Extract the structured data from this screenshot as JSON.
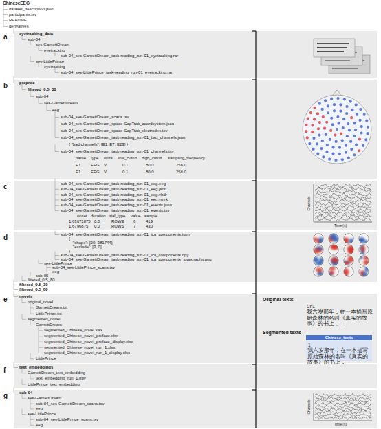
{
  "diagram": {
    "nodes": [
      {
        "text": [
          "a",
          "eyetracking_data",
          "sub-04",
          "ses-GarnettDream",
          "eyetracking",
          "sub-04_ses-GarnettDream_task-reading_run-01_eyetracking.rar",
          "ses-LittlePrince",
          "eyetracking",
          "sub-04_ses-LittlePrince_task-reading_run-01_eyetracking.rar"
        ]
      },
      {
        "text": [
          "b",
          "preproc",
          "filtered_0.5_30",
          "sub-04",
          "ses-GarnettDream",
          "eeg",
          "sub-04_ses-GarnettDream_scans.tsv",
          "sub-04_ses-GarnettDream_space-CapTrak_coordsystem.json",
          "sub-04_ses-GarnettDream_space-CapTrak_electrodes.tsv",
          "sub-04_ses-GarnettDream_task-reading_run-01_bad_channels.json",
          "{ \"bad channels\": [E1, E7, E23] }",
          "sub-04_ses-GarnettDream_task-reading_run-01_channels.tsv",
          "name",
          "type",
          "units",
          "low_cutoff",
          "high_cutoff",
          "sampling_frequency",
          "E1",
          "EEG",
          "V",
          "0.1",
          "80.0",
          "256.0",
          "E1",
          "EEG",
          "V",
          "0.1",
          "80.0",
          "256.0"
        ]
      },
      {
        "text": [
          "c",
          "sub-04_ses-GarnettDream_task-reading_run-01_eeg.eeg",
          "sub-04_ses-GarnettDream_task-reading_run-01_eeg.json",
          "sub-04_ses-GarnettDream_task-reading_run-01_eeg.vhdr",
          "sub-04_ses-GarnettDream_task-reading_run-01_eeg.vmrk",
          "sub-04_ses-GarnettDream_task-reading_run-01_events.json",
          "sub-04_ses-GarnettDream_task-reading_run-01_events.tsv",
          "onset",
          "duration",
          "trial_type",
          "value",
          "sample",
          "1.63671875",
          "0.0",
          "ROWE",
          "6",
          "419",
          "1.6796875",
          "0.0",
          "ROWS",
          "7",
          "430"
        ]
      },
      {
        "text": [
          "d",
          "sub-04_ses-GarnettDream_task-reading_run-01_ica_components.json",
          "{",
          "\"shape\": [20, 381744],",
          "\"exclude\": [3, 0]",
          "}",
          "sub-04_ses-GarnettDream_task-reading_run-01_ica_components.npy",
          "sub-04_ses-GarnettDream_task-reading_run-01_ica_components_topography.png",
          "ses-LittlePrince",
          "sub-04_ses-LittlePrince_scans.tsv",
          "eeg",
          "sub-05",
          "filtered_0.5_80"
        ]
      },
      {
        "text": [
          "e",
          "novels",
          "original_novel",
          "GarnettDream.txt",
          "LittlePrince.txt",
          "segmented_novel",
          "GarnettDream",
          "segmented_Chinese_novel.xlsx",
          "segmented_Chinese_novel_preface.xlsx",
          "segmented_Chinese_novel_preface_display.xlsx",
          "segmented_Chinese_novel_run_1.xlsx",
          "segmented_Chinese_novel_run_1_display.xlsx",
          "LittlePrince"
        ]
      },
      {
        "text": [
          "f",
          "text_embeddings",
          "GarnettDream_text_embedding",
          "text_embedding_run_1.npy",
          "LittlePrince_text_embedding"
        ]
      },
      {
        "text": [
          "g",
          "sub-04",
          "ses-GarnettDream",
          "sub-04_ses-GarnettDream_scans.tsv",
          "eeg",
          "ses-LittlePrince",
          "sub-04_ses-LittlePrince_scans.tsv",
          "eeg"
        ]
      },
      {
        "text": [
          "Chinese_texts"
        ],
        "in": 4
      }
    ],
    "labels": [
      "ChineseEEG",
      "dataset_description.json",
      "participants.tsv",
      "README",
      "derivatives",
      "filtered_0.5_30",
      "filtered_0.5_80",
      "Channels",
      "Time (s)",
      "Original texts",
      "Ch1",
      "我六岁那年，在一本描写原始森林的名叫《真实的故事》的书上，...",
      "Segmented texts",
      "1",
      "我六岁那年，在一本描写原始森林的名叫《真实的故事》的书上，",
      "Channels",
      "Time (s)"
    ]
  }
}
